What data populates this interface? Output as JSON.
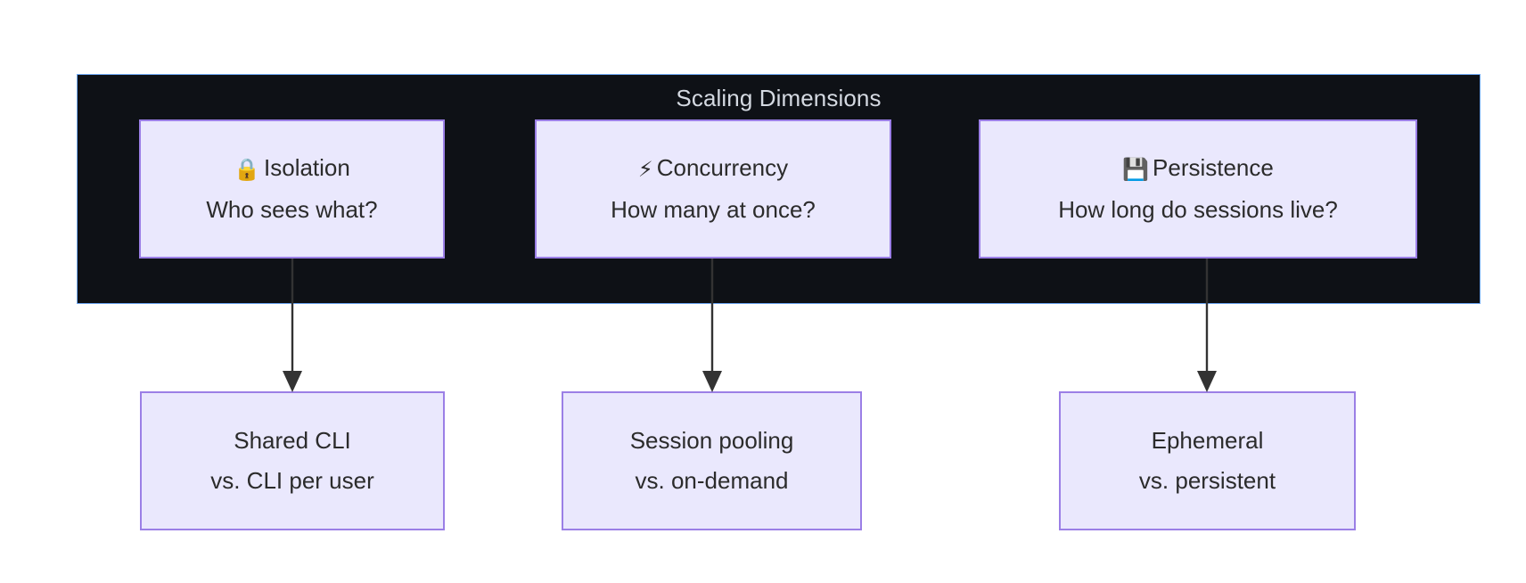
{
  "diagram": {
    "cluster": {
      "title": "Scaling Dimensions",
      "background_color": "#0e1116",
      "border_color": "#6fa8f5",
      "title_color": "#d4d9e1"
    },
    "node_style": {
      "fill_color": "#eae8fd",
      "border_color": "#9b7fe6",
      "text_color": "#2b2b2b"
    },
    "edge_style": {
      "stroke_color": "#333333",
      "arrow": "filled-triangle"
    },
    "dimension_nodes": [
      {
        "id": "isolation",
        "icon": "lock-icon",
        "icon_glyph": "🔒",
        "title": "Isolation",
        "subtitle": "Who sees what?"
      },
      {
        "id": "concurrency",
        "icon": "lightning-bolt-icon",
        "icon_glyph": "⚡",
        "title": "Concurrency",
        "subtitle": "How many at once?"
      },
      {
        "id": "persistence",
        "icon": "floppy-disk-icon",
        "icon_glyph": "💾",
        "title": "Persistence",
        "subtitle": "How long do sessions live?"
      }
    ],
    "choice_nodes": [
      {
        "id": "shared-cli",
        "line1": "Shared CLI",
        "line2": "vs. CLI per user"
      },
      {
        "id": "session-pooling",
        "line1": "Session pooling",
        "line2": "vs. on-demand"
      },
      {
        "id": "ephemeral",
        "line1": "Ephemeral",
        "line2": "vs. persistent"
      }
    ],
    "edges": [
      {
        "from": "isolation",
        "to": "shared-cli"
      },
      {
        "from": "concurrency",
        "to": "session-pooling"
      },
      {
        "from": "persistence",
        "to": "ephemeral"
      }
    ]
  }
}
